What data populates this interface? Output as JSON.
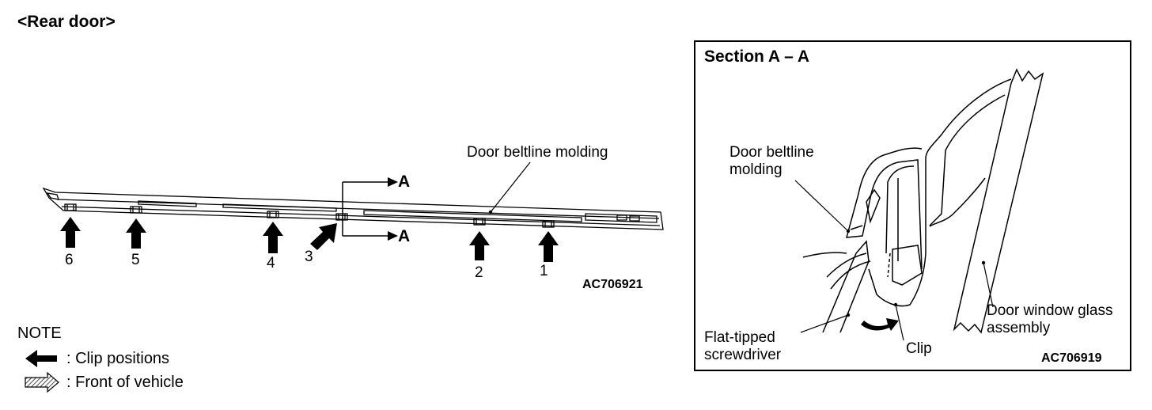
{
  "title": "<Rear door>",
  "left_figure": {
    "code": "AC706921",
    "molding_label": "Door beltline molding",
    "section_marker": "A",
    "clip_numbers": [
      "1",
      "2",
      "3",
      "4",
      "5",
      "6"
    ]
  },
  "section": {
    "title": "Section A – A",
    "code": "AC706919",
    "labels": {
      "molding": "Door beltline molding",
      "screwdriver": "Flat-tipped screwdriver",
      "clip": "Clip",
      "glass": "Door window glass assembly"
    }
  },
  "note": {
    "heading": "NOTE",
    "items": [
      {
        "icon": "solid-arrow-icon",
        "label": ": Clip positions"
      },
      {
        "icon": "hatched-arrow-icon",
        "label": ": Front of vehicle"
      }
    ]
  }
}
